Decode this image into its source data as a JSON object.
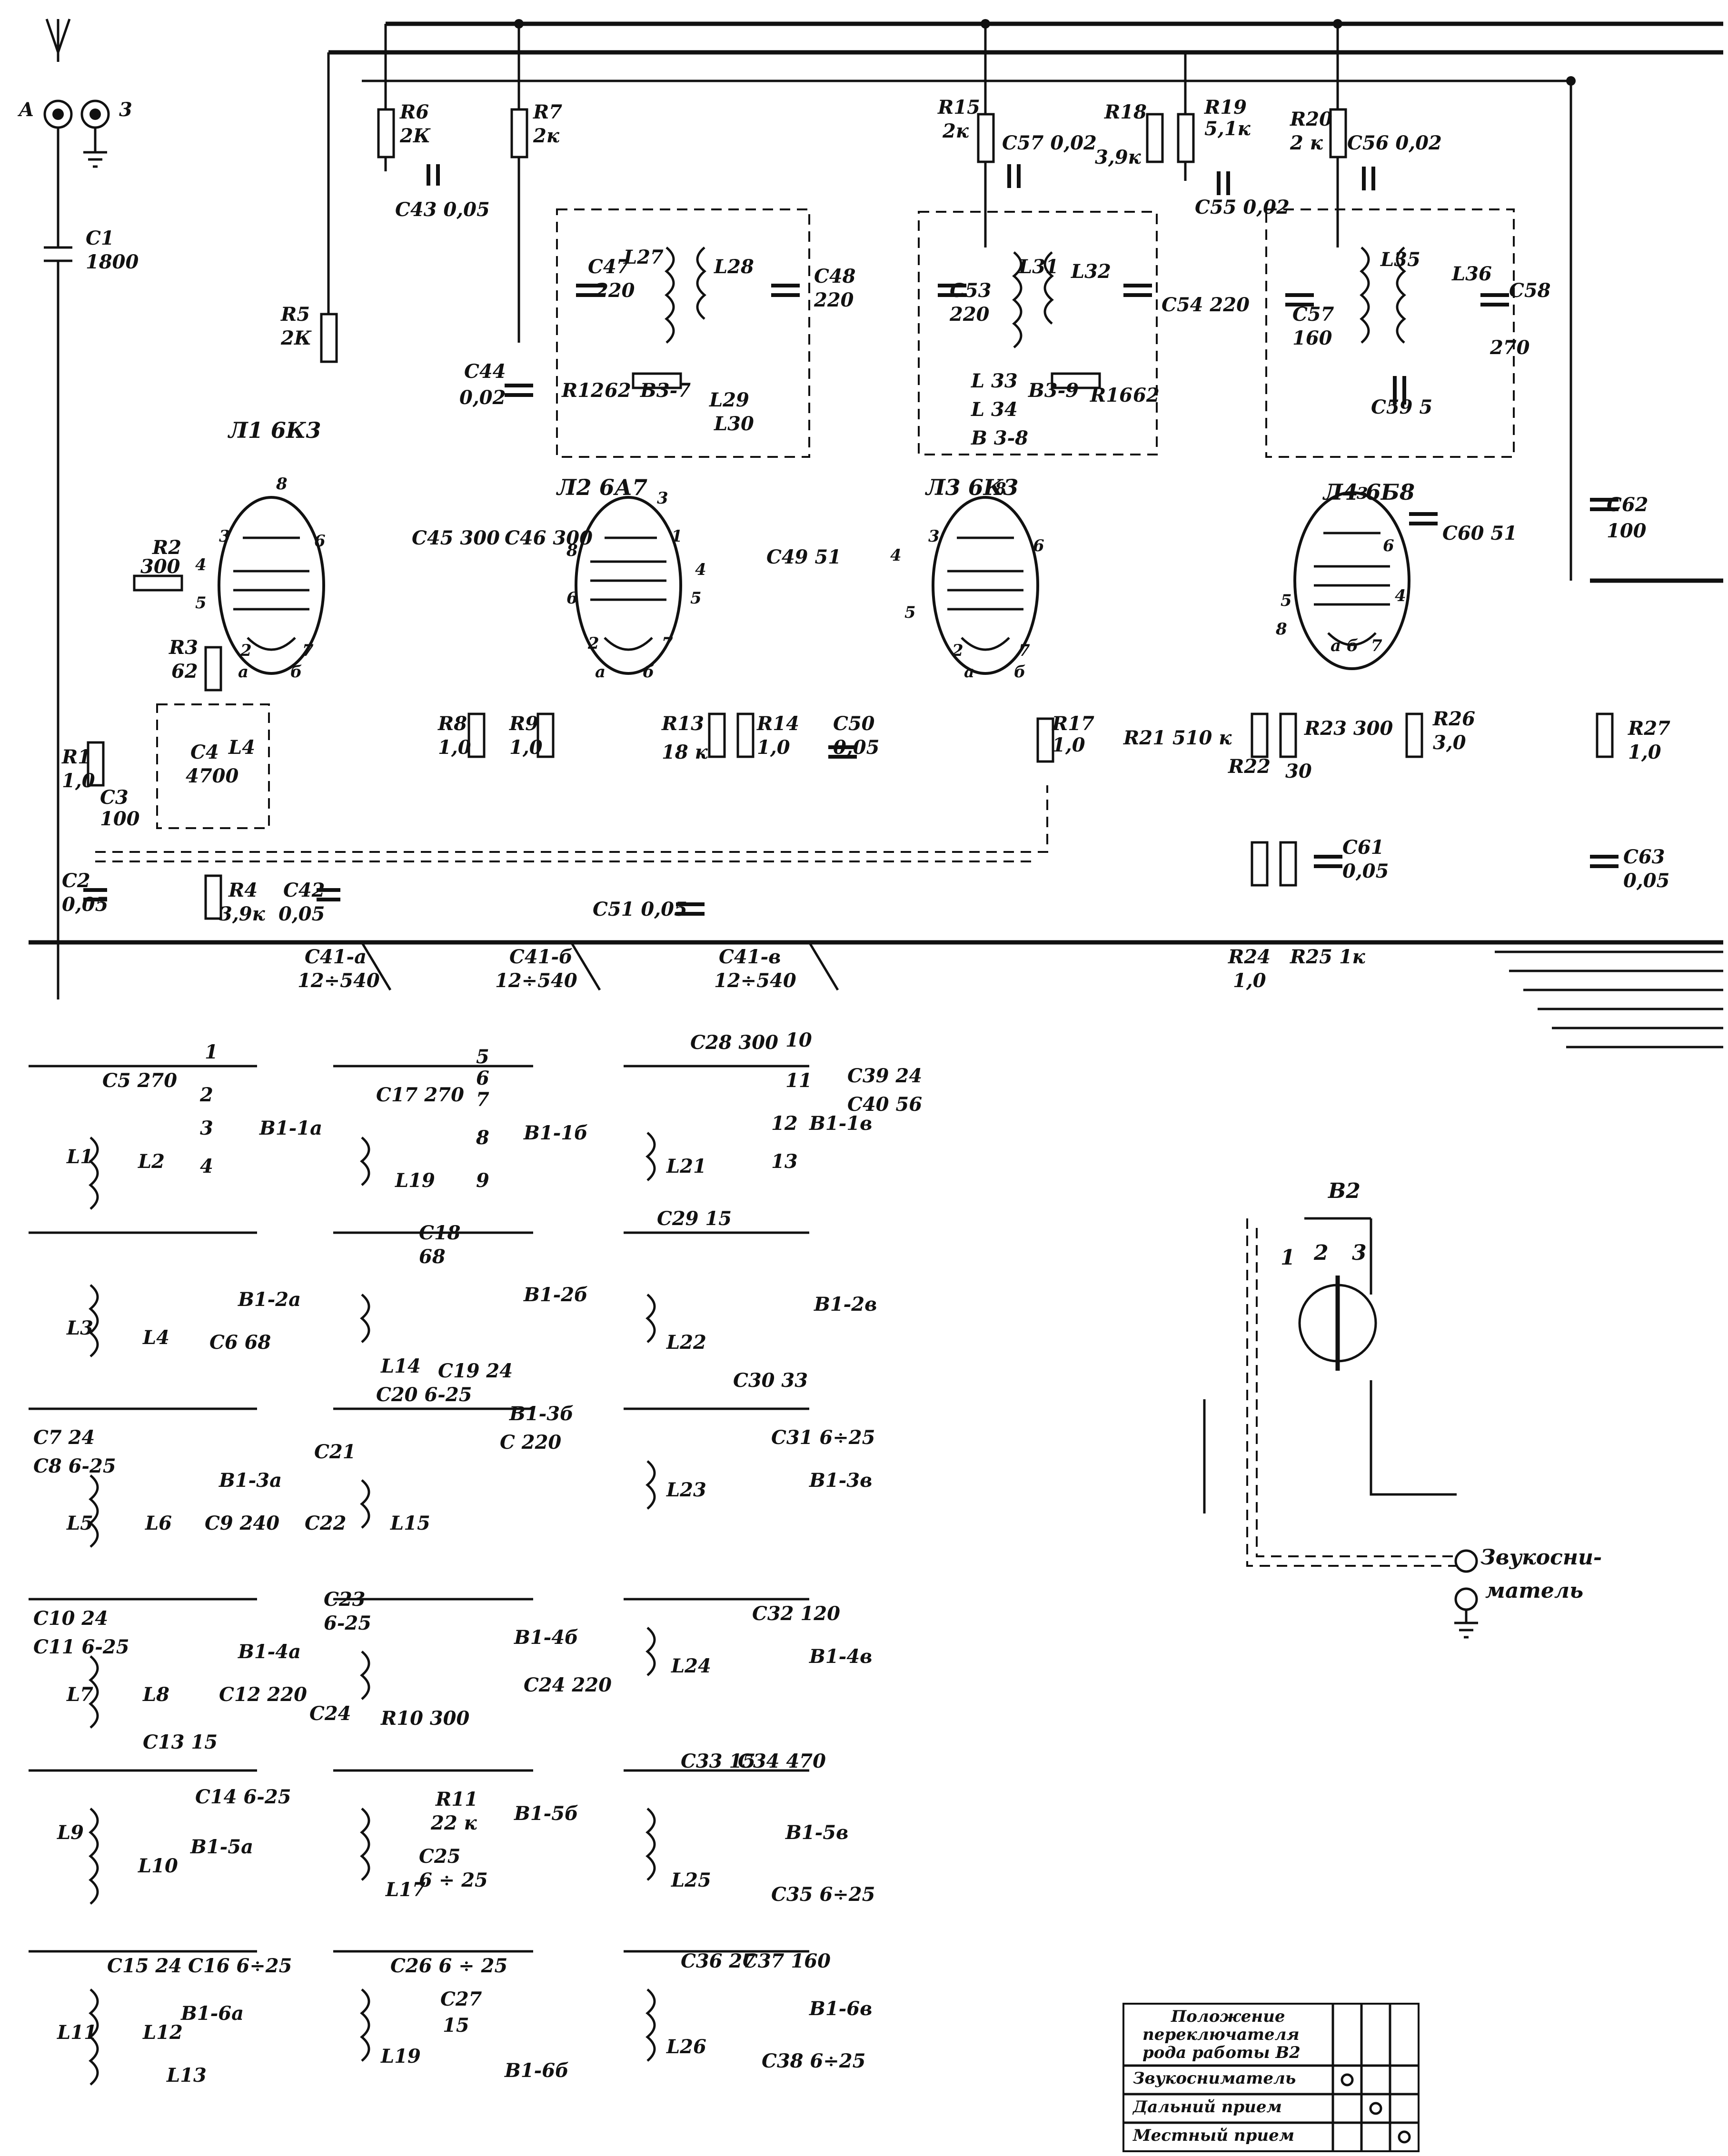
{
  "inputs": [
    {
      "id": "in-a",
      "text": "A"
    },
    {
      "id": "in-3",
      "text": "3"
    }
  ],
  "components": [
    {
      "id": "c1",
      "text": "C1"
    },
    {
      "id": "c1v",
      "text": "1800"
    },
    {
      "id": "r6",
      "text": "R6"
    },
    {
      "id": "r6v",
      "text": "2К"
    },
    {
      "id": "c43",
      "text": "C43 0,05"
    },
    {
      "id": "r7",
      "text": "R7"
    },
    {
      "id": "r7v",
      "text": "2к"
    },
    {
      "id": "r5",
      "text": "R5"
    },
    {
      "id": "r5v",
      "text": "2К"
    },
    {
      "id": "c44",
      "text": "C44"
    },
    {
      "id": "c44v",
      "text": "0,02"
    },
    {
      "id": "c47",
      "text": "C47"
    },
    {
      "id": "c47v",
      "text": "220"
    },
    {
      "id": "l27",
      "text": "L27"
    },
    {
      "id": "l28",
      "text": "L28"
    },
    {
      "id": "c48",
      "text": "C48"
    },
    {
      "id": "c48v",
      "text": "220"
    },
    {
      "id": "r12",
      "text": "R12"
    },
    {
      "id": "r12v",
      "text": "62"
    },
    {
      "id": "b37",
      "text": "B3-7"
    },
    {
      "id": "l29",
      "text": "L29"
    },
    {
      "id": "l30",
      "text": "L30"
    },
    {
      "id": "r15",
      "text": "R15"
    },
    {
      "id": "r15v",
      "text": "2к"
    },
    {
      "id": "c52",
      "text": "C57 0,02"
    },
    {
      "id": "r18",
      "text": "R18"
    },
    {
      "id": "r18v",
      "text": "3,9к"
    },
    {
      "id": "r19",
      "text": "R19"
    },
    {
      "id": "r19v",
      "text": "5,1к"
    },
    {
      "id": "c55",
      "text": "C55 0,02"
    },
    {
      "id": "r20",
      "text": "R20"
    },
    {
      "id": "r20v",
      "text": "2 к"
    },
    {
      "id": "c56",
      "text": "C56 0,02"
    },
    {
      "id": "c53",
      "text": "C53"
    },
    {
      "id": "c53v",
      "text": "220"
    },
    {
      "id": "l31",
      "text": "L31"
    },
    {
      "id": "l32",
      "text": "L32"
    },
    {
      "id": "c54",
      "text": "C54 220"
    },
    {
      "id": "l33",
      "text": "L 33"
    },
    {
      "id": "l34",
      "text": "L 34"
    },
    {
      "id": "b39",
      "text": "B3-9"
    },
    {
      "id": "b38",
      "text": "B 3-8"
    },
    {
      "id": "r16",
      "text": "R16"
    },
    {
      "id": "r16v",
      "text": "62"
    },
    {
      "id": "l35",
      "text": "L35"
    },
    {
      "id": "l36",
      "text": "L36"
    },
    {
      "id": "c57",
      "text": "C57"
    },
    {
      "id": "c57v",
      "text": "160"
    },
    {
      "id": "c58",
      "text": "C58"
    },
    {
      "id": "c58v",
      "text": "270"
    },
    {
      "id": "c59",
      "text": "C59 5"
    },
    {
      "id": "c62",
      "text": "C62"
    },
    {
      "id": "c62v",
      "text": "100"
    },
    {
      "id": "r2",
      "text": "R2"
    },
    {
      "id": "r2v",
      "text": "300"
    },
    {
      "id": "r3",
      "text": "R3"
    },
    {
      "id": "r3v",
      "text": "62"
    },
    {
      "id": "c4",
      "text": "C4"
    },
    {
      "id": "c4v",
      "text": "4700"
    },
    {
      "id": "l4",
      "text": "L4"
    },
    {
      "id": "r1",
      "text": "R1"
    },
    {
      "id": "r1v",
      "text": "1,0"
    },
    {
      "id": "c3",
      "text": "C3"
    },
    {
      "id": "c3v",
      "text": "100"
    },
    {
      "id": "c2",
      "text": "C2"
    },
    {
      "id": "c2v",
      "text": "0,05"
    },
    {
      "id": "r4",
      "text": "R4"
    },
    {
      "id": "r4v",
      "text": "3,9к"
    },
    {
      "id": "c42",
      "text": "C42"
    },
    {
      "id": "c42v",
      "text": "0,05"
    },
    {
      "id": "c45",
      "text": "C45 300"
    },
    {
      "id": "c46",
      "text": "C46 300"
    },
    {
      "id": "c49",
      "text": "C49 51"
    },
    {
      "id": "r8",
      "text": "R8"
    },
    {
      "id": "r8v",
      "text": "1,0"
    },
    {
      "id": "r9",
      "text": "R9"
    },
    {
      "id": "r9v",
      "text": "1,0"
    },
    {
      "id": "r13",
      "text": "R13"
    },
    {
      "id": "r13v",
      "text": "18 к"
    },
    {
      "id": "r14",
      "text": "R14"
    },
    {
      "id": "r14v",
      "text": "1,0"
    },
    {
      "id": "c50",
      "text": "C50"
    },
    {
      "id": "c50v",
      "text": "0,05"
    },
    {
      "id": "c51",
      "text": "C51 0,05"
    },
    {
      "id": "r17",
      "text": "R17"
    },
    {
      "id": "r17v",
      "text": "1,0"
    },
    {
      "id": "r21",
      "text": "R21 510 к"
    },
    {
      "id": "r22",
      "text": "R22"
    },
    {
      "id": "r22v",
      "text": "30"
    },
    {
      "id": "r23",
      "text": "R23 300"
    },
    {
      "id": "r26",
      "text": "R26"
    },
    {
      "id": "r26v",
      "text": "3,0"
    },
    {
      "id": "r27",
      "text": "R27"
    },
    {
      "id": "r27v",
      "text": "1,0"
    },
    {
      "id": "c60",
      "text": "C60 51"
    },
    {
      "id": "c61",
      "text": "C61"
    },
    {
      "id": "c61v",
      "text": "0,05"
    },
    {
      "id": "c63",
      "text": "C63"
    },
    {
      "id": "c63v",
      "text": "0,05"
    },
    {
      "id": "r24",
      "text": "R24"
    },
    {
      "id": "r24v",
      "text": "1,0"
    },
    {
      "id": "r25",
      "text": "R25 1к"
    },
    {
      "id": "c41a",
      "text": "C41-a"
    },
    {
      "id": "c41av",
      "text": "12÷540"
    },
    {
      "id": "c41b",
      "text": "C41-б"
    },
    {
      "id": "c41bv",
      "text": "12÷540"
    },
    {
      "id": "c41c",
      "text": "C41-в"
    },
    {
      "id": "c41cv",
      "text": "12÷540"
    }
  ],
  "tubes": [
    {
      "id": "t1",
      "text": "Л1 6К3"
    },
    {
      "id": "t2",
      "text": "Л2 6А7"
    },
    {
      "id": "t3",
      "text": "Л3 6К3"
    },
    {
      "id": "t4",
      "text": "Л4 6Б8"
    }
  ],
  "pins": [
    {
      "id": "p1-8",
      "text": "8"
    },
    {
      "id": "p1-3",
      "text": "3"
    },
    {
      "id": "p1-4",
      "text": "4"
    },
    {
      "id": "p1-6",
      "text": "6"
    },
    {
      "id": "p1-5",
      "text": "5"
    },
    {
      "id": "p1-2",
      "text": "2"
    },
    {
      "id": "p1-7",
      "text": "7"
    },
    {
      "id": "p1-a",
      "text": "а"
    },
    {
      "id": "p1-b",
      "text": "б"
    },
    {
      "id": "p2-3",
      "text": "3"
    },
    {
      "id": "p2-1",
      "text": "1"
    },
    {
      "id": "p2-8",
      "text": "8"
    },
    {
      "id": "p2-4",
      "text": "4"
    },
    {
      "id": "p2-6",
      "text": "6"
    },
    {
      "id": "p2-5",
      "text": "5"
    },
    {
      "id": "p2-2",
      "text": "2"
    },
    {
      "id": "p2-7",
      "text": "7"
    },
    {
      "id": "p2-a",
      "text": "а"
    },
    {
      "id": "p2-b",
      "text": "б"
    },
    {
      "id": "p3-8",
      "text": "8"
    },
    {
      "id": "p3-3",
      "text": "3"
    },
    {
      "id": "p3-4",
      "text": "4"
    },
    {
      "id": "p3-6",
      "text": "6"
    },
    {
      "id": "p3-5",
      "text": "5"
    },
    {
      "id": "p3-2",
      "text": "2"
    },
    {
      "id": "p3-7",
      "text": "7"
    },
    {
      "id": "p3-a",
      "text": "а"
    },
    {
      "id": "p3-b",
      "text": "б"
    },
    {
      "id": "p4-3",
      "text": "3"
    },
    {
      "id": "p4-6",
      "text": "6"
    },
    {
      "id": "p4-5",
      "text": "5"
    },
    {
      "id": "p4-4",
      "text": "4"
    },
    {
      "id": "p4-8",
      "text": "8"
    },
    {
      "id": "p4-ab",
      "text": "а б"
    },
    {
      "id": "p4-7",
      "text": "7"
    }
  ],
  "band_switch": [
    {
      "id": "l1",
      "text": "L1"
    },
    {
      "id": "l2",
      "text": "L2"
    },
    {
      "id": "c5",
      "text": "C5 270"
    },
    {
      "id": "s1",
      "text": "1"
    },
    {
      "id": "s2",
      "text": "2"
    },
    {
      "id": "s3",
      "text": "3"
    },
    {
      "id": "s4",
      "text": "4"
    },
    {
      "id": "b1-1a",
      "text": "B1-1a"
    },
    {
      "id": "l3",
      "text": "L3"
    },
    {
      "id": "l4b",
      "text": "L4"
    },
    {
      "id": "b1-2a",
      "text": "B1-2a"
    },
    {
      "id": "c6",
      "text": "C6 68"
    },
    {
      "id": "c7",
      "text": "C7 24"
    },
    {
      "id": "c8",
      "text": "C8 6-25"
    },
    {
      "id": "b1-3a",
      "text": "B1-3a"
    },
    {
      "id": "l5",
      "text": "L5"
    },
    {
      "id": "l6",
      "text": "L6"
    },
    {
      "id": "c9",
      "text": "C9 240"
    },
    {
      "id": "c10",
      "text": "C10 24"
    },
    {
      "id": "c11",
      "text": "C11 6-25"
    },
    {
      "id": "b1-4a",
      "text": "B1-4a"
    },
    {
      "id": "l7",
      "text": "L7"
    },
    {
      "id": "l8",
      "text": "L8"
    },
    {
      "id": "c12",
      "text": "C12 220"
    },
    {
      "id": "c13",
      "text": "C13 15"
    },
    {
      "id": "c14",
      "text": "C14 6-25"
    },
    {
      "id": "l9",
      "text": "L9"
    },
    {
      "id": "l10",
      "text": "L10"
    },
    {
      "id": "b1-5a",
      "text": "B1-5a"
    },
    {
      "id": "c15",
      "text": "C15 24"
    },
    {
      "id": "c16",
      "text": "C16 6÷25"
    },
    {
      "id": "l11",
      "text": "L11"
    },
    {
      "id": "l12",
      "text": "L12"
    },
    {
      "id": "b1-6a",
      "text": "B1-6a"
    },
    {
      "id": "l13",
      "text": "L13"
    },
    {
      "id": "c17",
      "text": "C17 270"
    },
    {
      "id": "s5",
      "text": "5"
    },
    {
      "id": "s6",
      "text": "6"
    },
    {
      "id": "s7",
      "text": "7"
    },
    {
      "id": "s8",
      "text": "8"
    },
    {
      "id": "s9",
      "text": "9"
    },
    {
      "id": "b1-1b",
      "text": "B1-1б"
    },
    {
      "id": "l19",
      "text": "L19"
    },
    {
      "id": "c18",
      "text": "C18"
    },
    {
      "id": "c18v",
      "text": "68"
    },
    {
      "id": "b1-2b",
      "text": "B1-2б"
    },
    {
      "id": "l14",
      "text": "L14"
    },
    {
      "id": "c19",
      "text": "C19 24"
    },
    {
      "id": "c20",
      "text": "C20 6-25"
    },
    {
      "id": "b1-3b",
      "text": "B1-3б"
    },
    {
      "id": "c21",
      "text": "C21"
    },
    {
      "id": "c21v",
      "text": "C 220"
    },
    {
      "id": "c22",
      "text": "C22"
    },
    {
      "id": "l15",
      "text": "L15"
    },
    {
      "id": "c23",
      "text": "C23"
    },
    {
      "id": "c23v",
      "text": "6-25"
    },
    {
      "id": "b1-4b",
      "text": "B1-4б"
    },
    {
      "id": "c24",
      "text": "C24 220"
    },
    {
      "id": "c24b",
      "text": "C24"
    },
    {
      "id": "r10",
      "text": "R10 300"
    },
    {
      "id": "r11",
      "text": "R11"
    },
    {
      "id": "r11v",
      "text": "22 к"
    },
    {
      "id": "b1-5b",
      "text": "B1-5б"
    },
    {
      "id": "c25",
      "text": "C25"
    },
    {
      "id": "c25v",
      "text": "6 ÷ 25"
    },
    {
      "id": "l17",
      "text": "L17"
    },
    {
      "id": "c26",
      "text": "C26 6 ÷ 25"
    },
    {
      "id": "c27",
      "text": "C27"
    },
    {
      "id": "c27v",
      "text": "15"
    },
    {
      "id": "l19b",
      "text": "L19"
    },
    {
      "id": "b1-6b",
      "text": "B1-6б"
    },
    {
      "id": "c28",
      "text": "C28 300"
    },
    {
      "id": "s10",
      "text": "10"
    },
    {
      "id": "s11",
      "text": "11"
    },
    {
      "id": "s12",
      "text": "12"
    },
    {
      "id": "s13",
      "text": "13"
    },
    {
      "id": "b1-1v",
      "text": "B1-1в"
    },
    {
      "id": "l21",
      "text": "L21"
    },
    {
      "id": "c39",
      "text": "C39 24"
    },
    {
      "id": "c40",
      "text": "C40 56"
    },
    {
      "id": "c29",
      "text": "C29 15"
    },
    {
      "id": "b1-2v",
      "text": "B1-2в"
    },
    {
      "id": "l22",
      "text": "L22"
    },
    {
      "id": "c30",
      "text": "C30 33"
    },
    {
      "id": "c31",
      "text": "C31 6÷25"
    },
    {
      "id": "b1-3v",
      "text": "B1-3в"
    },
    {
      "id": "l23",
      "text": "L23"
    },
    {
      "id": "c32",
      "text": "C32 120"
    },
    {
      "id": "b1-4v",
      "text": "B1-4в"
    },
    {
      "id": "l24",
      "text": "L24"
    },
    {
      "id": "c33",
      "text": "C33 15"
    },
    {
      "id": "c34",
      "text": "C34 470"
    },
    {
      "id": "b1-5v",
      "text": "B1-5в"
    },
    {
      "id": "l25",
      "text": "L25"
    },
    {
      "id": "c35",
      "text": "C35 6÷25"
    },
    {
      "id": "c36",
      "text": "C36 27"
    },
    {
      "id": "c37",
      "text": "C37 160"
    },
    {
      "id": "b1-6v",
      "text": "B1-6в"
    },
    {
      "id": "l26",
      "text": "L26"
    },
    {
      "id": "c38",
      "text": "C38 6÷25"
    }
  ],
  "selector": [
    {
      "id": "b2",
      "text": "B2"
    },
    {
      "id": "b2-1",
      "text": "1"
    },
    {
      "id": "b2-2",
      "text": "2"
    },
    {
      "id": "b2-3",
      "text": "3"
    },
    {
      "id": "pickup-1",
      "text": "Звукосни-"
    },
    {
      "id": "pickup-2",
      "text": "матель"
    }
  ],
  "mode_table": {
    "header": [
      "Положение",
      "переключателя",
      "рода работы B2"
    ],
    "rows": [
      {
        "label": "Звукосниматель",
        "mark_col": 1
      },
      {
        "label": "Дальний прием",
        "mark_col": 2
      },
      {
        "label": "Местный прием",
        "mark_col": 3
      }
    ]
  }
}
